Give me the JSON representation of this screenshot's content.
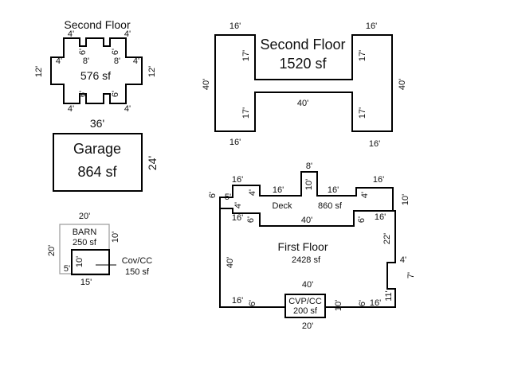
{
  "small_second_floor": {
    "title": "Second Floor",
    "area": "576 sf",
    "dims": {
      "left": "12'",
      "right": "12'",
      "four": "4'",
      "six": "6'",
      "eight": "8'"
    }
  },
  "garage": {
    "title": "Garage",
    "area": "864 sf",
    "width": "36'",
    "height": "24'"
  },
  "barn": {
    "title": "BARN",
    "area": "250 sf",
    "width": "20'",
    "height_left": "20'",
    "height_right": "10'",
    "cov_label": "Cov/CC",
    "cov_area": "150 sf",
    "cov_width": "15'",
    "cov_height": "10'",
    "cov_left": "5'"
  },
  "big_second_floor": {
    "title": "Second Floor",
    "area": "1520 sf",
    "top_left": "16'",
    "top_right": "16'",
    "bottom_left": "16'",
    "bottom_right": "16'",
    "left": "40'",
    "right": "40'",
    "inner": "40'",
    "notch": "17'"
  },
  "first_floor": {
    "title": "First Floor",
    "area": "2428 sf",
    "deck_label": "Deck",
    "deck_area": "860 sf",
    "cvp_label": "CVP/CC",
    "cvp_area": "200 sf",
    "dims": {
      "eight": "8'",
      "sixteen": "16'",
      "ten": "10'",
      "six": "6'",
      "five": "5'",
      "four": "4'",
      "forty": "40'",
      "twentytwo": "22'",
      "seven": "7'",
      "eleven": "11'",
      "twenty": "20'"
    }
  }
}
